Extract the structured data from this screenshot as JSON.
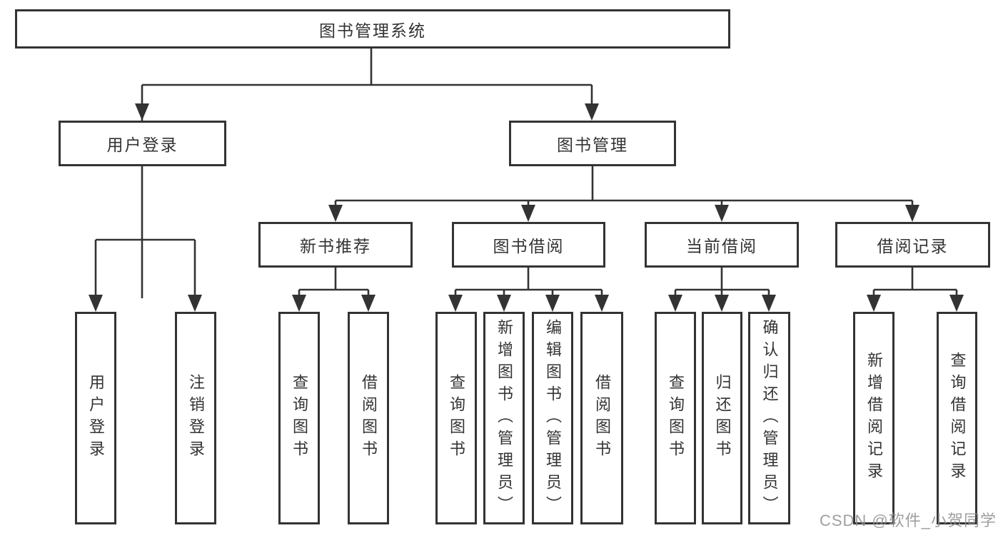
{
  "diagram": {
    "root": {
      "label": "图书管理系统"
    },
    "branches": [
      {
        "label": "用户登录",
        "children": [
          {
            "label": "用户登录"
          },
          {
            "label": "注销登录"
          }
        ]
      },
      {
        "label": "图书管理",
        "children": [
          {
            "label": "新书推荐",
            "children": [
              {
                "label": "查询图书"
              },
              {
                "label": "借阅图书"
              }
            ]
          },
          {
            "label": "图书借阅",
            "children": [
              {
                "label": "查询图书"
              },
              {
                "label": "新增图书（管理员）"
              },
              {
                "label": "编辑图书（管理员）"
              },
              {
                "label": "借阅图书"
              }
            ]
          },
          {
            "label": "当前借阅",
            "children": [
              {
                "label": "查询图书"
              },
              {
                "label": "归还图书"
              },
              {
                "label": "确认归还（管理员）"
              }
            ]
          },
          {
            "label": "借阅记录",
            "children": [
              {
                "label": "新增借阅记录"
              },
              {
                "label": "查询借阅记录"
              }
            ]
          }
        ]
      }
    ],
    "line_color": "#333333",
    "box_fill": "#ffffff"
  },
  "watermark": {
    "text": "CSDN @软件_小贺同学",
    "color": "#8f8f8f"
  }
}
